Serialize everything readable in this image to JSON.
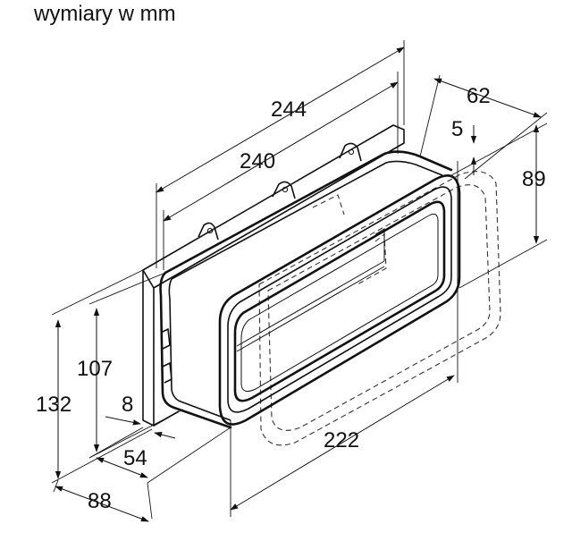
{
  "header": {
    "caption": "wymiary w mm"
  },
  "dimensions": {
    "d244": "244",
    "d240": "240",
    "d62": "62",
    "d5": "5",
    "d89": "89",
    "d107": "107",
    "d132": "132",
    "d8": "8",
    "d54": "54",
    "d88": "88",
    "d222": "222"
  }
}
